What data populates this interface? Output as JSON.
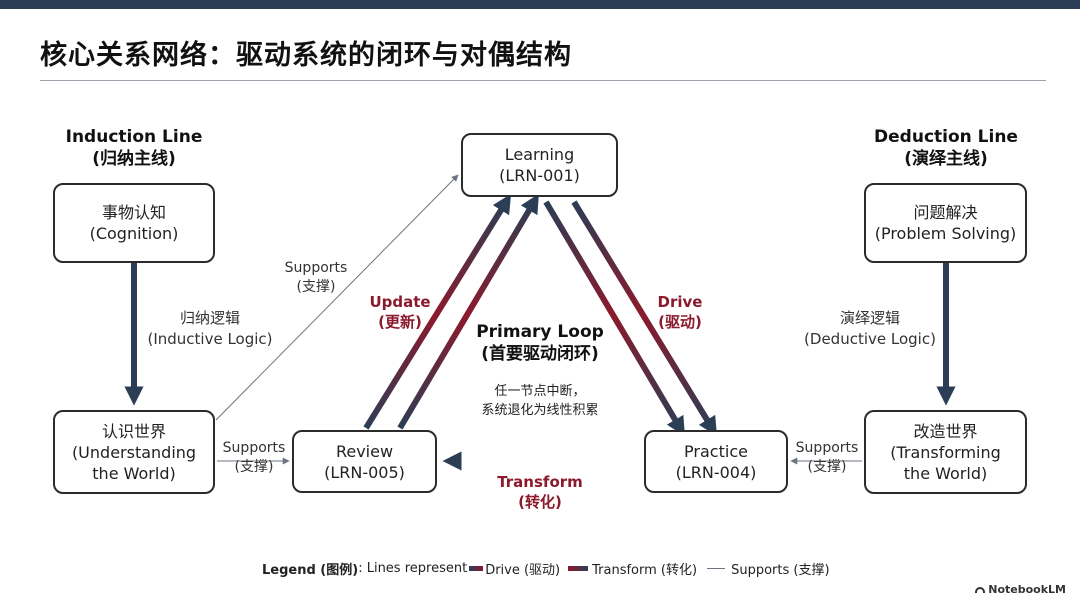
{
  "page": {
    "title": "核心关系网络：驱动系统的闭环与对偶结构"
  },
  "induction": {
    "heading_en": "Induction Line",
    "heading_zh": "(归纳主线)",
    "top_node": {
      "zh": "事物认知",
      "en": "(Cognition)"
    },
    "bottom_node": {
      "zh": "认识世界",
      "en1": "(Understanding",
      "en2": "the World)"
    },
    "edge": {
      "zh": "归纳逻辑",
      "en": "(Inductive Logic)"
    }
  },
  "deduction": {
    "heading_en": "Deduction Line",
    "heading_zh": "(演绎主线)",
    "top_node": {
      "zh": "问题解决",
      "en": "(Problem Solving)"
    },
    "bottom_node": {
      "zh": "改造世界",
      "en1": "(Transforming",
      "en2": "the World)"
    },
    "edge": {
      "zh": "演绎逻辑",
      "en": "(Deductive Logic)"
    }
  },
  "loop": {
    "learning": {
      "name": "Learning",
      "id": "(LRN-001)"
    },
    "review": {
      "name": "Review",
      "id": "(LRN-005)"
    },
    "practice": {
      "name": "Practice",
      "id": "(LRN-004)"
    },
    "update": {
      "en": "Update",
      "zh": "(更新)"
    },
    "drive": {
      "en": "Drive",
      "zh": "(驱动)"
    },
    "transform": {
      "en": "Transform",
      "zh": "(转化)"
    },
    "center_en": "Primary Loop",
    "center_zh": "(首要驱动闭环)",
    "note_1": "任一节点中断，",
    "note_2": "系统退化为线性积累"
  },
  "supports": {
    "diag": {
      "en": "Supports",
      "zh": "(支撑)"
    },
    "left": {
      "en": "Supports",
      "zh": "(支撑)"
    },
    "right": {
      "en": "Supports",
      "zh": "(支撑)"
    }
  },
  "legend": {
    "label": "Legend (图例)",
    "prefix": ": Lines represent",
    "drive": "Drive (驱动)",
    "transform": "Transform (转化)",
    "supports": "Supports (支撑)"
  },
  "brand": "NotebookLM",
  "colors": {
    "navy": "#2c3e55",
    "crimson": "#8b1a2c",
    "support_line": "#6b7480"
  }
}
